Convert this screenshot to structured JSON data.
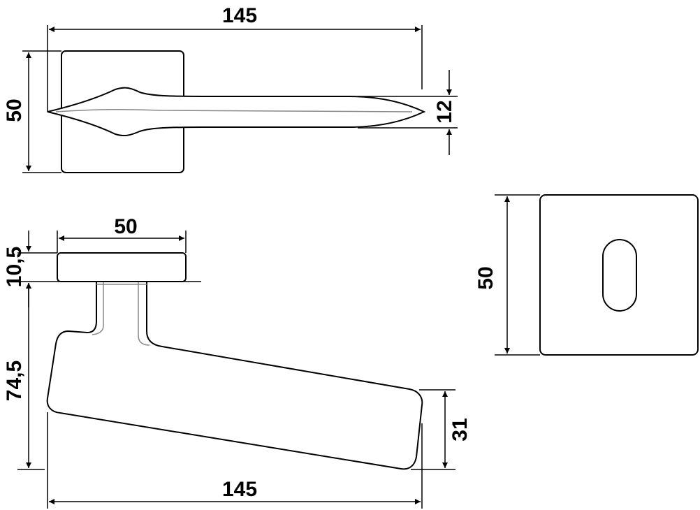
{
  "dimensions": {
    "top_width": "145",
    "top_height": "50",
    "lever_thickness": "12",
    "side_rose_width": "50",
    "rose_thickness": "10,5",
    "projection": "74,5",
    "lever_end_height": "31",
    "bottom_width": "145",
    "escutcheon_height": "50"
  },
  "colors": {
    "line": "#000000",
    "hidden_line": "#888888",
    "background": "#ffffff"
  }
}
